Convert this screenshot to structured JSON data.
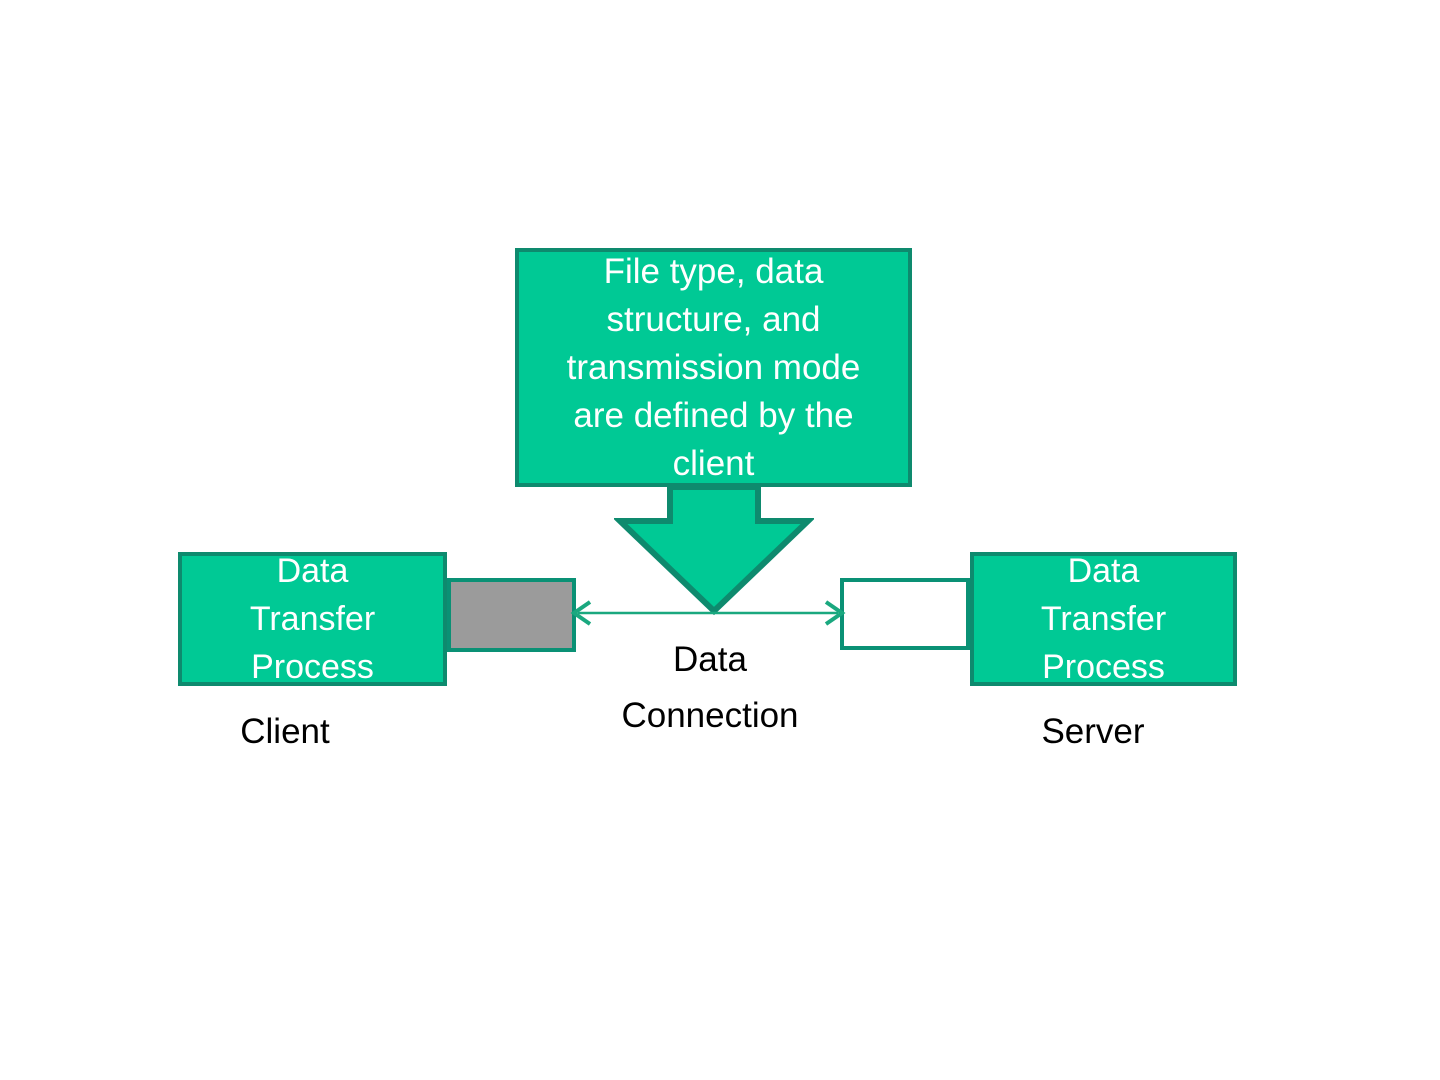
{
  "diagram": {
    "title": "FTP data connection between client and server",
    "background_color": "#ffffff",
    "colors": {
      "box_fill": "#00c995",
      "box_border": "#0e8a6e",
      "port_client_fill": "#9b9b9b",
      "port_server_fill": "#ffffff",
      "port_border": "#0a9175",
      "arrow_fill": "#00c995",
      "arrow_border": "#0e8a6e",
      "connector": "#1aa87f",
      "box_text": "#ffffff",
      "label_text": "#000000"
    }
  },
  "callout": {
    "text": "File type, data\nstructure, and\ntransmission mode\nare defined by the\nclient",
    "lines": [
      "File type, data",
      "structure, and",
      "transmission mode",
      "are defined by the",
      "client"
    ]
  },
  "client": {
    "process_label": "Data\nTransfer\nProcess",
    "process_lines": [
      "Data",
      "Transfer",
      "Process"
    ],
    "side_label": "Client",
    "port_name": "client-data-port"
  },
  "server": {
    "process_label": "Data\nTransfer\nProcess",
    "process_lines": [
      "Data",
      "Transfer",
      "Process"
    ],
    "side_label": "Server",
    "port_name": "server-data-port"
  },
  "connection": {
    "label": "Data\nConnection",
    "lines": [
      "Data",
      "Connection"
    ],
    "direction": "bidirectional"
  },
  "icons": {
    "down_arrow": "down-block-arrow-icon",
    "left_arrowhead": "arrowhead-left-icon",
    "right_arrowhead": "arrowhead-right-icon"
  }
}
